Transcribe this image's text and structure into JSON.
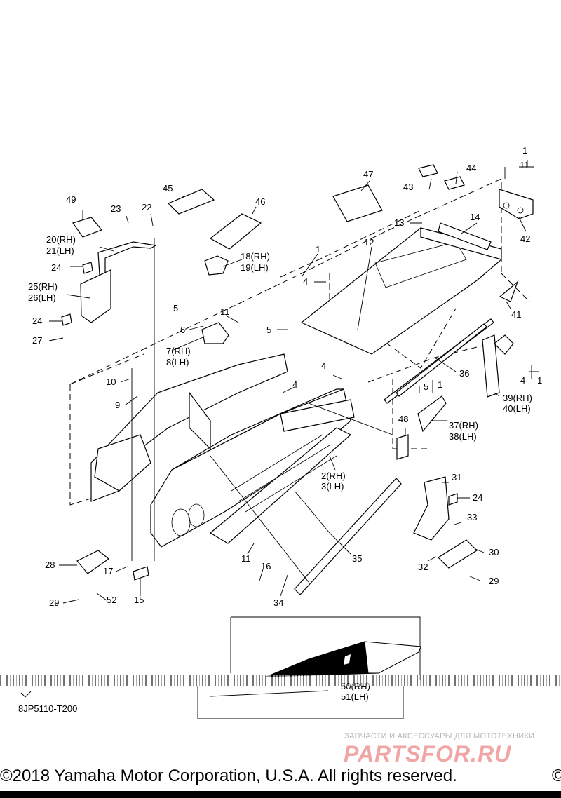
{
  "callouts": {
    "c1_top": "1",
    "c11_top": "11",
    "c43": "43",
    "c44": "44",
    "c47": "47",
    "c13": "13",
    "c14": "14",
    "c42": "42",
    "c12": "12",
    "c1_mid": "1",
    "c4_a": "4",
    "c41": "41",
    "c5_a": "5",
    "c36": "36",
    "c4_b": "4",
    "c1_right": "1",
    "c39": "39(RH)",
    "c40": "40(LH)",
    "c5_b": "5",
    "c1_b": "1",
    "c48": "48",
    "c37": "37(RH)",
    "c38": "38(LH)",
    "c31": "31",
    "c24_c": "24",
    "c33": "33",
    "c30": "30",
    "c32": "32",
    "c29_b": "29",
    "c35": "35",
    "c34": "34",
    "c16": "16",
    "c11_mid": "11",
    "c2": "2(RH)",
    "c3": "3(LH)",
    "c4_c": "4",
    "c4_d": "4",
    "c11_b": "11",
    "c5_c": "5",
    "c6": "6",
    "c7": "7(RH)",
    "c8": "8(LH)",
    "c18": "18(RH)",
    "c19": "19(LH)",
    "c45": "45",
    "c46": "46",
    "c49": "49",
    "c23": "23",
    "c22": "22",
    "c20": "20(RH)",
    "c21": "21(LH)",
    "c24_a": "24",
    "c25": "25(RH)",
    "c26": "26(LH)",
    "c24_b": "24",
    "c27": "27",
    "c10": "10",
    "c9": "9",
    "c28": "28",
    "c29_a": "29",
    "c52": "52",
    "c17": "17",
    "c15": "15",
    "c50": "50(RH)",
    "c51": "51(LH)"
  },
  "diagram_code": "8JP5110-T200",
  "watermark": {
    "tagline": "ЗАПЧАСТИ И АКСЕССУАРЫ ДЛЯ МОТОТЕХНИКИ",
    "brand": "PARTSFOR.RU"
  },
  "copyright": "©2018 Yamaha Motor Corporation, U.S.A. All rights reserved.",
  "copyright_edge": "©"
}
